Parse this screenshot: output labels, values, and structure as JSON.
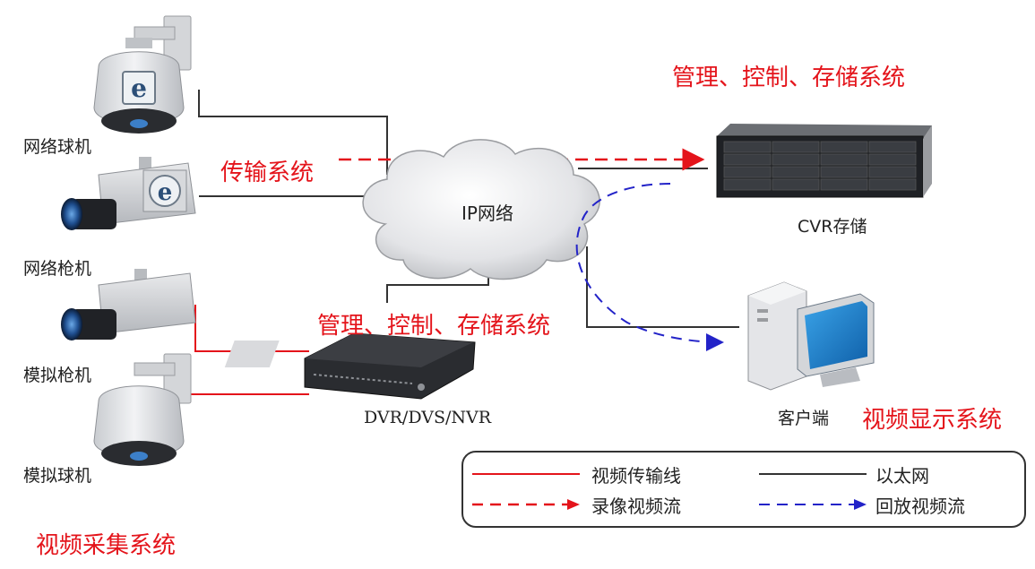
{
  "titles": {
    "management_top": "管理、控制、存储系统",
    "management_mid": "管理、控制、存储系统",
    "transmission": "传输系统",
    "display": "视频显示系统",
    "capture": "视频采集系统"
  },
  "devices": {
    "network_dome": "网络球机",
    "network_gun": "网络枪机",
    "analog_gun": "模拟枪机",
    "analog_dome": "模拟球机",
    "cloud": "IP网络",
    "cvr": "CVR存储",
    "recorder": "DVR/DVS/NVR",
    "client": "客户端"
  },
  "legend": {
    "video_line": "视频传输线",
    "ethernet": "以太网",
    "record_stream": "录像视频流",
    "playback_stream": "回放视频流"
  },
  "colors": {
    "red": "#e4141b",
    "blue": "#2323c8",
    "line": "#333333"
  }
}
